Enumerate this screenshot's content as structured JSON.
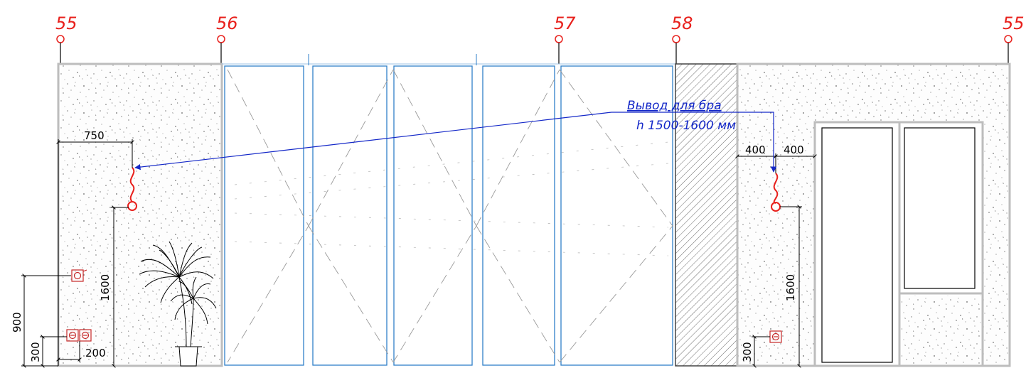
{
  "axes": [
    {
      "id": "axis-55-left",
      "label": "55"
    },
    {
      "id": "axis-56",
      "label": "56"
    },
    {
      "id": "axis-57",
      "label": "57"
    },
    {
      "id": "axis-58",
      "label": "58"
    },
    {
      "id": "axis-55-right",
      "label": "55"
    }
  ],
  "note": {
    "line1": "Вывод для бра",
    "line2": "h 1500-1600 мм"
  },
  "dimensions": {
    "left_sconce_offset": "750",
    "left_sconce_height": "1600",
    "left_socket_upper_height": "900",
    "left_socket_lower_height": "300",
    "left_socket_offset": "200",
    "right_sconce_left_offset": "400",
    "right_sconce_right_offset": "400",
    "right_sconce_height": "1600",
    "right_socket_height": "300"
  },
  "colors": {
    "axis": "#e8201c",
    "wall_outline": "#bdbdbd",
    "glass_frame": "#2f7fc8",
    "note_leader": "#1428c8",
    "sconce": "#e8201c",
    "socket": "#c62828",
    "dimension": "#000000"
  }
}
